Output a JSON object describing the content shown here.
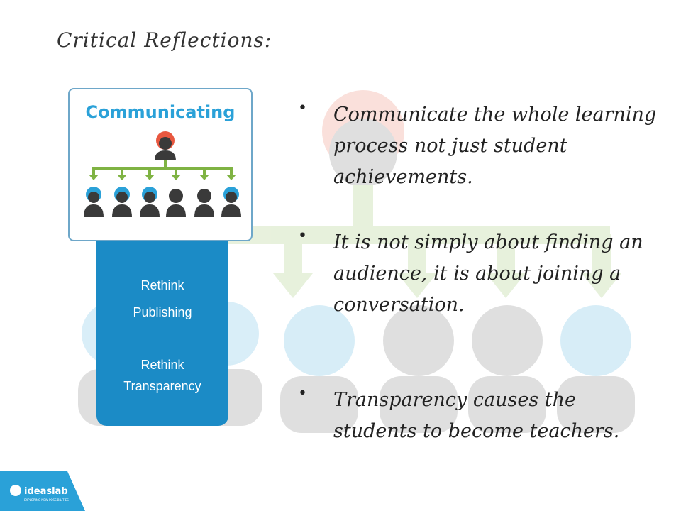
{
  "slide": {
    "title": "Critical Reflections:"
  },
  "card": {
    "title": "Communicating"
  },
  "panel": {
    "lines": [
      "Rethink",
      "Publishing",
      "Rethink",
      "Transparency"
    ]
  },
  "bullets": [
    {
      "text": "Communicate the whole learning process not just student achievements."
    },
    {
      "text": "It is not simply about finding an audience, it is about joining a conversation."
    },
    {
      "text": "Transparency causes the students to become teachers."
    }
  ],
  "logo": {
    "text": "ideaslab",
    "tagline": "EXPLORING NEW POSSIBILITIES"
  },
  "colors": {
    "accent_blue": "#1b8bc6",
    "green": "#7fb343",
    "orange": "#e8573f",
    "dark_figure": "#3a3a3a"
  }
}
